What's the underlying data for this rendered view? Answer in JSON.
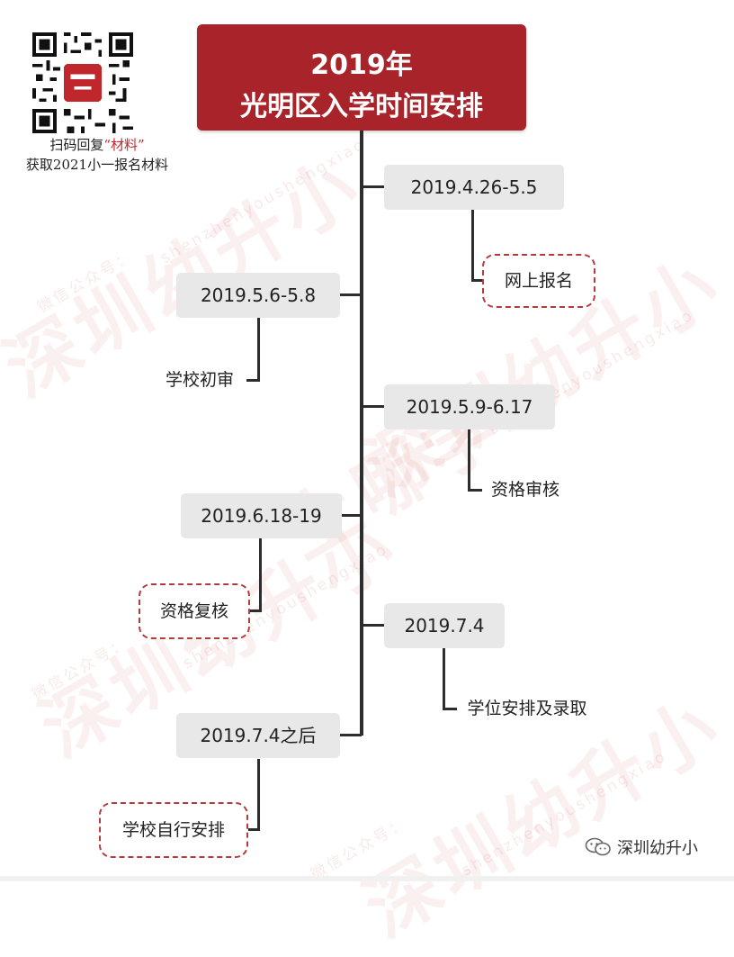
{
  "title": {
    "line1": "2019年",
    "line2": "光明区入学时间安排"
  },
  "qr_caption": {
    "line1_prefix": "扫码回复",
    "line1_highlight": "“材料”",
    "line2": "获取2021小一报名材料"
  },
  "watermarks": {
    "brand": "深圳幼升小",
    "pinyin": "shenzhenyoushengxiao",
    "account": "微信公众号：",
    "extra": "上哪学"
  },
  "nodes": [
    {
      "date": "2019.4.26-5.5",
      "leaf": "网上报名",
      "side": "right",
      "highlight": true
    },
    {
      "date": "2019.5.6-5.8",
      "leaf": "学校初审",
      "side": "left",
      "highlight": false
    },
    {
      "date": "2019.5.9-6.17",
      "leaf": "资格审核",
      "side": "right",
      "highlight": false
    },
    {
      "date": "2019.6.18-19",
      "leaf": "资格复核",
      "side": "left",
      "highlight": true
    },
    {
      "date": "2019.7.4",
      "leaf": "学位安排及录取",
      "side": "right",
      "highlight": false
    },
    {
      "date": "2019.7.4之后",
      "leaf": "学校自行安排",
      "side": "left",
      "highlight": true
    }
  ],
  "footer": {
    "account_name": "深圳幼升小",
    "icon": "wechat-icon"
  },
  "colors": {
    "title_bg": "#a8232a",
    "dashed_border": "#b53a3a",
    "node_bg": "#e8e8e8"
  }
}
